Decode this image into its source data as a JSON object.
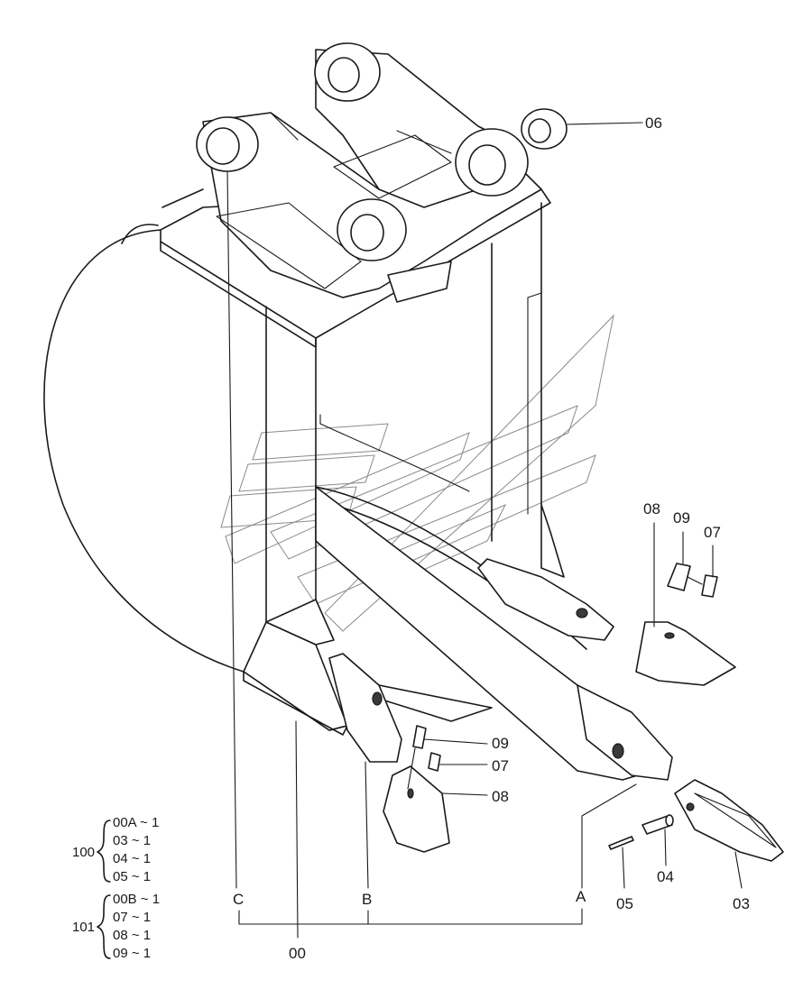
{
  "diagram": {
    "parts": {
      "bucket": "00",
      "tooth_main": "03",
      "pin": "04",
      "lock": "05",
      "ring": "06",
      "pin_small": "07",
      "tooth_side": "08",
      "lock_side": "09"
    },
    "section_labels": {
      "a": "A",
      "b": "B",
      "c": "C"
    },
    "callouts": {
      "b_07": "07",
      "b_08": "08",
      "b_09": "09",
      "r_07": "07",
      "r_08": "08",
      "r_09": "09"
    },
    "kits": [
      {
        "number": "100",
        "lines": [
          "00A ~ 1",
          "03  ~ 1",
          "04  ~ 1",
          "05  ~ 1"
        ]
      },
      {
        "number": "101",
        "lines": [
          "00B ~ 1",
          "07  ~ 1",
          "08  ~ 1",
          "09  ~ 1"
        ]
      }
    ]
  }
}
